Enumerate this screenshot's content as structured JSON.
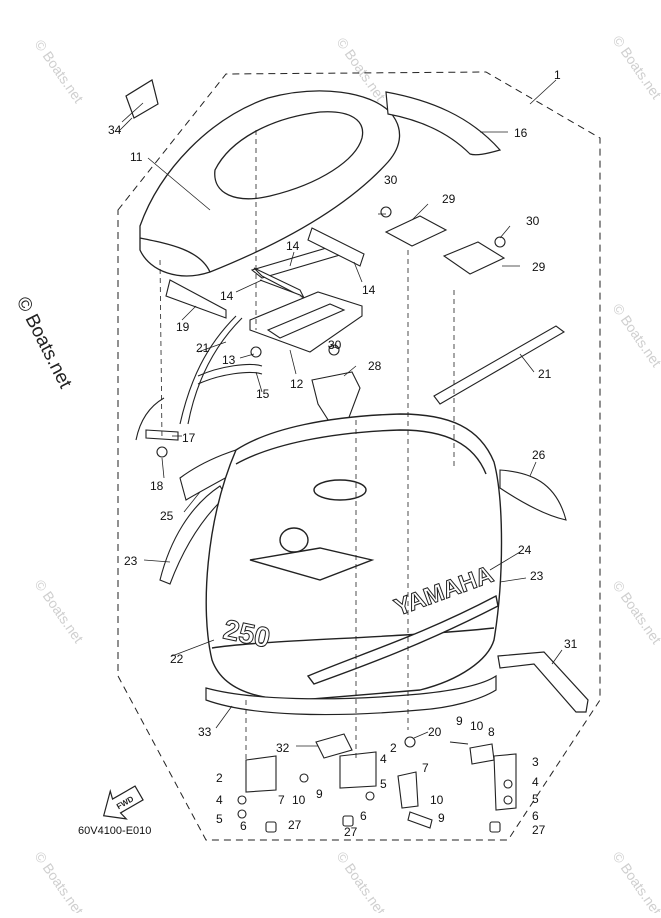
{
  "diagram": {
    "part_code": "60V4100-E010",
    "brand_text": "YAMAHA",
    "model_text": "250",
    "fwd_text": "FWD",
    "side_watermark": "© Boats.net",
    "corner_watermark": "© Boats.net",
    "labels": {
      "p1": "1",
      "p2": "2",
      "p3": "3",
      "p4": "4",
      "p5": "5",
      "p6": "6",
      "p7": "7",
      "p8": "8",
      "p9": "9",
      "p10": "10",
      "p11": "11",
      "p12": "12",
      "p13": "13",
      "p14": "14",
      "p15": "15",
      "p16": "16",
      "p17": "17",
      "p18": "18",
      "p19": "19",
      "p20": "20",
      "p21": "21",
      "p22": "22",
      "p23": "23",
      "p24": "24",
      "p25": "25",
      "p26": "26",
      "p27": "27",
      "p28": "28",
      "p29": "29",
      "p30": "30",
      "p31": "31",
      "p32": "32",
      "p33": "33",
      "p34": "34"
    }
  }
}
